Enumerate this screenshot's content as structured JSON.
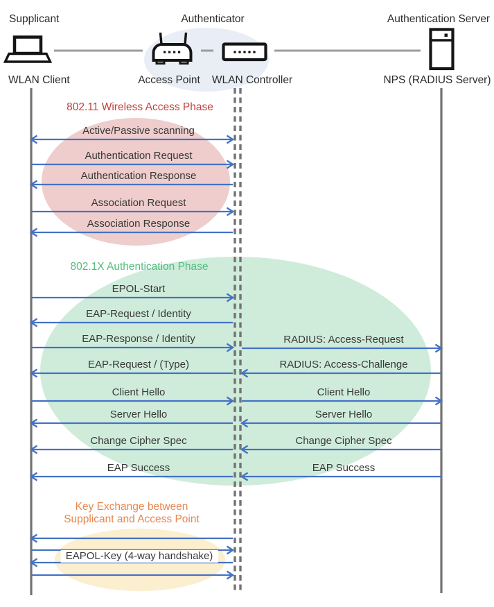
{
  "header": {
    "roles": [
      {
        "label": "Supplicant"
      },
      {
        "label": "Authenticator"
      },
      {
        "label": "Authentication Server"
      }
    ],
    "devices": [
      {
        "label": "WLAN Client",
        "icon": "laptop-icon"
      },
      {
        "label": "Access Point",
        "icon": "access-point-icon"
      },
      {
        "label": "WLAN Controller",
        "icon": "wlan-controller-icon"
      },
      {
        "label": "NPS (RADIUS Server)",
        "icon": "server-icon"
      }
    ]
  },
  "phases": [
    {
      "title": "802.11 Wireless Access Phase",
      "color": "#C0403C"
    },
    {
      "title": "802.1X Authentication Phase",
      "color": "#50BE7D"
    },
    {
      "title_line1": "Key Exchange between",
      "title_line2": "Supplicant and Access Point",
      "color": "#E7874F"
    }
  ],
  "client_ap_messages": [
    {
      "label": "Active/Passive scanning",
      "direction": "both"
    },
    {
      "label": "Authentication Request",
      "direction": "right"
    },
    {
      "label": "Authentication Response",
      "direction": "left"
    },
    {
      "label": "Association Request",
      "direction": "right"
    },
    {
      "label": "Association Response",
      "direction": "left"
    },
    {
      "label": "EPOL-Start",
      "direction": "right"
    },
    {
      "label": "EAP-Request / Identity",
      "direction": "left"
    },
    {
      "label": "EAP-Response / Identity",
      "direction": "right"
    },
    {
      "label": "EAP-Request / (Type)",
      "direction": "left"
    },
    {
      "label": "Client Hello",
      "direction": "right"
    },
    {
      "label": "Server Hello",
      "direction": "left"
    },
    {
      "label": "Change Cipher Spec",
      "direction": "left"
    },
    {
      "label": "EAP Success",
      "direction": "left"
    },
    {
      "label": "",
      "direction": "left"
    },
    {
      "label": "",
      "direction": "right"
    },
    {
      "label": "EAPOL-Key (4-way handshake)",
      "direction": "left"
    },
    {
      "label": "",
      "direction": "right"
    }
  ],
  "ap_server_messages": [
    {
      "label": "RADIUS: Access-Request",
      "direction": "right"
    },
    {
      "label": "RADIUS: Access-Challenge",
      "direction": "left"
    },
    {
      "label": "Client Hello",
      "direction": "right"
    },
    {
      "label": "Server Hello",
      "direction": "left"
    },
    {
      "label": "Change Cipher Spec",
      "direction": "left"
    },
    {
      "label": "EAP Success",
      "direction": "left"
    }
  ],
  "palette": {
    "arrow_blue": "#4472C4",
    "lifeline_gray": "#737373",
    "ellipse_pink": "#EECDCC",
    "ellipse_green": "#CFECDB",
    "ellipse_yellow": "#FCEFCF",
    "ellipse_blue": "#E9EDF6"
  }
}
